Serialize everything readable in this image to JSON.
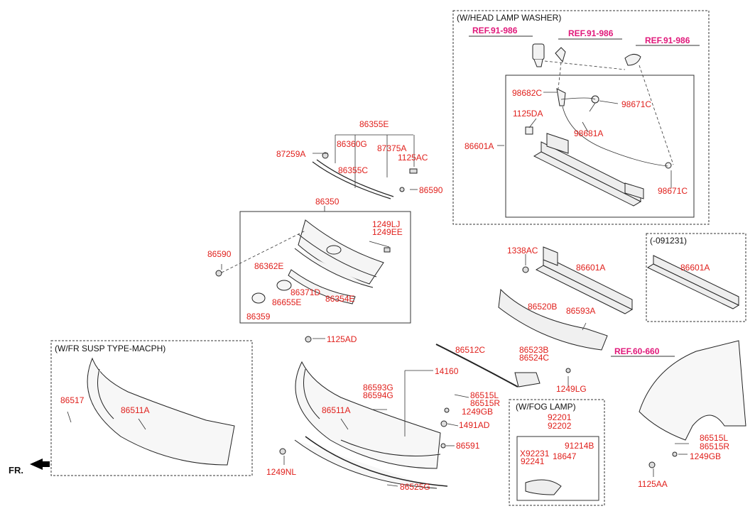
{
  "boxes": {
    "head_lamp_washer": "(W/HEAD LAMP WASHER)",
    "early_model": "(-091231)",
    "fr_susp": "(W/FR SUSP TYPE-MACPH)",
    "fog_lamp": "(W/FOG LAMP)"
  },
  "references": {
    "ref_a": "REF.91-986",
    "ref_b": "REF.91-986",
    "ref_c": "REF.91-986",
    "ref_fender": "REF.60-660"
  },
  "front_marker": "FR.",
  "parts": {
    "p_86355E": "86355E",
    "p_86360G": "86360G",
    "p_87375A": "87375A",
    "p_87259A": "87259A",
    "p_86355C": "86355C",
    "p_1125AC": "1125AC",
    "p_86590_top": "86590",
    "p_86350": "86350",
    "p_1249LJ": "1249LJ",
    "p_1249EE": "1249EE",
    "p_86590_left": "86590",
    "p_86362E": "86362E",
    "p_86371D": "86371D",
    "p_86655E": "86655E",
    "p_86354E": "86354E",
    "p_86359": "86359",
    "p_98682C": "98682C",
    "p_98671C_top": "98671C",
    "p_1125DA": "1125DA",
    "p_98681A": "98681A",
    "p_86601A_washer": "86601A",
    "p_98671C_bottom": "98671C",
    "p_1338AC": "1338AC",
    "p_86601A_mid": "86601A",
    "p_86601A_early": "86601A",
    "p_86520B": "86520B",
    "p_86593A": "86593A",
    "p_1125AD": "1125AD",
    "p_86512C": "86512C",
    "p_86523B": "86523B",
    "p_86524C": "86524C",
    "p_14160": "14160",
    "p_1249LG": "1249LG",
    "p_86593G": "86593G",
    "p_86594G": "86594G",
    "p_86515L_mid": "86515L",
    "p_86515R_mid": "86515R",
    "p_1249GB_mid": "1249GB",
    "p_86511A_main": "86511A",
    "p_1491AD": "1491AD",
    "p_86591": "86591",
    "p_1249NL": "1249NL",
    "p_86525G": "86525G",
    "p_86517": "86517",
    "p_86511A_alt": "86511A",
    "p_92201": "92201",
    "p_92202": "92202",
    "p_91214B": "91214B",
    "p_X92231": "X92231",
    "p_18647": "18647",
    "p_92241": "92241",
    "p_86515L_right": "86515L",
    "p_86515R_right": "86515R",
    "p_1249GB_right": "1249GB",
    "p_1125AA": "1125AA"
  }
}
